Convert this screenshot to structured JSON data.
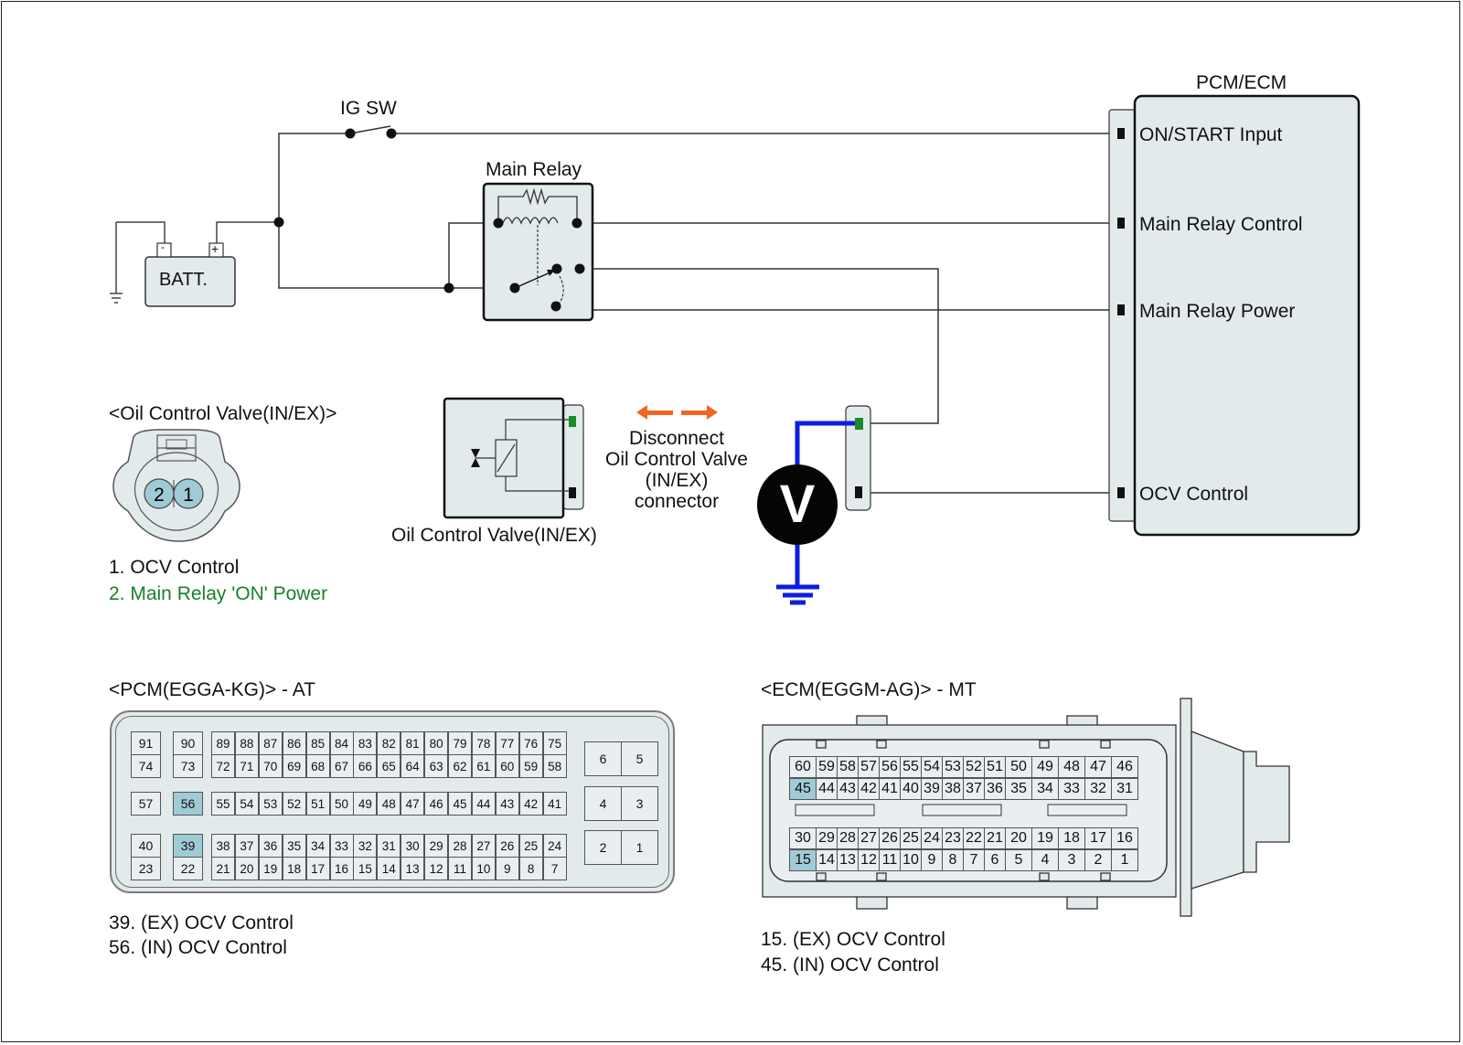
{
  "schematic": {
    "ig_switch_label": "IG SW",
    "battery_label": "BATT.",
    "battery_neg": "-",
    "battery_pos": "+",
    "main_relay_label": "Main Relay",
    "module_title": "PCM/ECM",
    "module_pins": [
      {
        "label": "ON/START Input"
      },
      {
        "label": "Main Relay Control"
      },
      {
        "label": "Main Relay Power"
      },
      {
        "label": "OCV Control"
      }
    ],
    "ocv_component_label": "Oil Control Valve(IN/EX)",
    "disconnect_note": [
      "Disconnect",
      "Oil Control Valve",
      "(IN/EX)",
      "connector"
    ],
    "voltmeter_symbol": "V",
    "colors": {
      "probe_wire": "#0a1ee0",
      "arrow": "#f26522",
      "pin_power": "#1a8a2a",
      "housing": "#e3eaec",
      "highlight_pin": "#9fcbd6"
    }
  },
  "ocv_connector": {
    "title": "<Oil Control Valve(IN/EX)>",
    "pins": [
      "2",
      "1"
    ],
    "legend": [
      {
        "text": "1. OCV Control",
        "color": "#111111"
      },
      {
        "text": "2. Main Relay 'ON' Power",
        "color": "#1a7f2a"
      }
    ]
  },
  "pcm_connector": {
    "title": "<PCM(EGGA-KG)> - AT",
    "highlighted": [
      "56",
      "39"
    ],
    "col_a": [
      [
        "91",
        "74"
      ],
      [
        "57"
      ],
      [
        "40",
        "23"
      ]
    ],
    "col_b": [
      [
        "90",
        "73"
      ],
      [
        "56"
      ],
      [
        "39",
        "22"
      ]
    ],
    "main_rows": [
      [
        "89",
        "88",
        "87",
        "86",
        "85",
        "84",
        "83",
        "82",
        "81",
        "80",
        "79",
        "78",
        "77",
        "76",
        "75"
      ],
      [
        "72",
        "71",
        "70",
        "69",
        "68",
        "67",
        "66",
        "65",
        "64",
        "63",
        "62",
        "61",
        "60",
        "59",
        "58"
      ],
      [
        "55",
        "54",
        "53",
        "52",
        "51",
        "50",
        "49",
        "48",
        "47",
        "46",
        "45",
        "44",
        "43",
        "42",
        "41"
      ],
      [
        "38",
        "37",
        "36",
        "35",
        "34",
        "33",
        "32",
        "31",
        "30",
        "29",
        "28",
        "27",
        "26",
        "25",
        "24"
      ],
      [
        "21",
        "20",
        "19",
        "18",
        "17",
        "16",
        "15",
        "14",
        "13",
        "12",
        "11",
        "10",
        "9",
        "8",
        "7"
      ]
    ],
    "power_pins": [
      [
        "6",
        "5"
      ],
      [
        "4",
        "3"
      ],
      [
        "2",
        "1"
      ]
    ],
    "legend": [
      "39. (EX) OCV Control",
      "56. (IN) OCV Control"
    ]
  },
  "ecm_connector": {
    "title": "<ECM(EGGM-AG)> - MT",
    "highlighted": [
      "45",
      "15"
    ],
    "rows": [
      [
        "60",
        "59",
        "58",
        "57",
        "56",
        "55",
        "54",
        "53",
        "52",
        "51",
        "50",
        "49",
        "48",
        "47",
        "46"
      ],
      [
        "45",
        "44",
        "43",
        "42",
        "41",
        "40",
        "39",
        "38",
        "37",
        "36",
        "35",
        "34",
        "33",
        "32",
        "31"
      ],
      [
        "30",
        "29",
        "28",
        "27",
        "26",
        "25",
        "24",
        "23",
        "22",
        "21",
        "20",
        "19",
        "18",
        "17",
        "16"
      ],
      [
        "15",
        "14",
        "13",
        "12",
        "11",
        "10",
        "9",
        "8",
        "7",
        "6",
        "5",
        "4",
        "3",
        "2",
        "1"
      ]
    ],
    "legend": [
      "15. (EX) OCV Control",
      "45. (IN) OCV Control"
    ]
  }
}
